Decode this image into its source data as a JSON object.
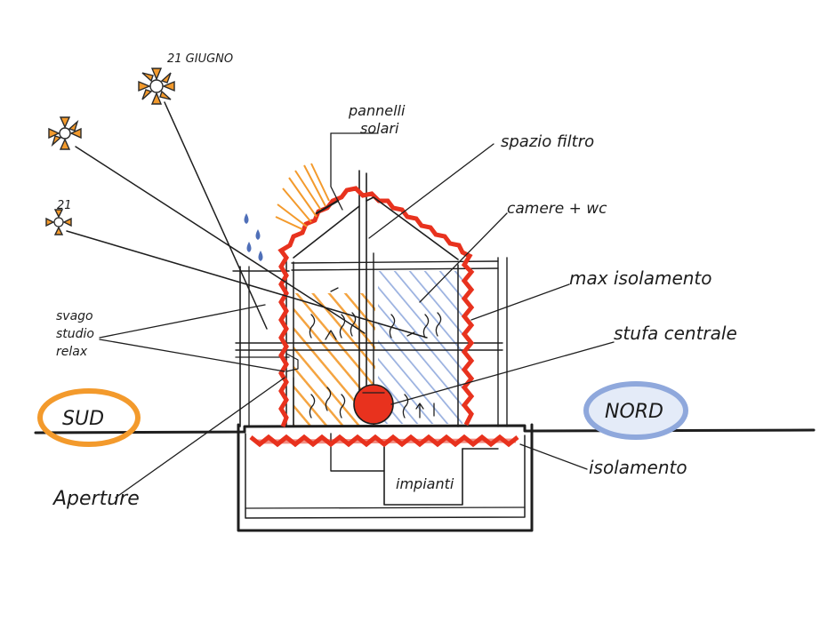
{
  "labels": {
    "june_21": "21 GIUGNO",
    "dec_21": "21",
    "solar_panels_1": "pannelli",
    "solar_panels_2": "solari",
    "buffer_space": "spazio filtro",
    "rooms_wc": "camere + wc",
    "max_insulation": "max isolamento",
    "central_stove": "stufa centrale",
    "spaces_1": "svago",
    "spaces_2": "studio",
    "spaces_3": "relax",
    "south": "SUD",
    "north": "NORD",
    "plant": "impianti",
    "insulation": "isolamento",
    "openings": "Aperture"
  },
  "colors": {
    "ink": "#1e1e1e",
    "orange": "#f39a2c",
    "red": "#e8321e",
    "blue": "#8fa8dc",
    "rain": "#4f6fb8"
  },
  "icons": [
    "sun-icon-summer",
    "sun-icon-equinox",
    "sun-icon-winter",
    "raindrop-icon"
  ]
}
